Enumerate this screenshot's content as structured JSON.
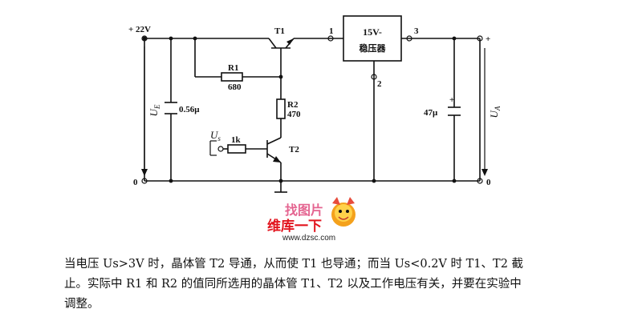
{
  "labels": {
    "supply": "+ 22V",
    "t1": "T1",
    "t2": "T2",
    "r1_name": "R1",
    "r1_value": "680",
    "r2_name": "R2",
    "r2_value": "470",
    "c1_value": "0.56μ",
    "c2_value": "47μ",
    "rin_value": "1k",
    "us_main": "U",
    "us_sub": "s",
    "ue_main": "U",
    "ue_sub": "E",
    "ua_main": "U",
    "ua_sub": "A",
    "pin1": "1",
    "pin2": "2",
    "pin3": "3",
    "out_plus": "+",
    "gnd_left": "0",
    "gnd_right": "0",
    "cap_plus": "+",
    "reg_line1": "15V-",
    "reg_line2": "稳压器"
  },
  "watermark": {
    "line1": "找图片",
    "line2": "维库一下",
    "url": "www.dzsc.com"
  },
  "caption": {
    "line1": "当电压 Us>3V 时，晶体管 T2 导通，从而使 T1 也导通；而当 Us<0.2V 时 T1、T2 截",
    "line2": "止。实际中 R1 和 R2 的值同所选用的晶体管 T1、T2 以及工作电压有关，并要在实验中",
    "line3": "调整。"
  }
}
